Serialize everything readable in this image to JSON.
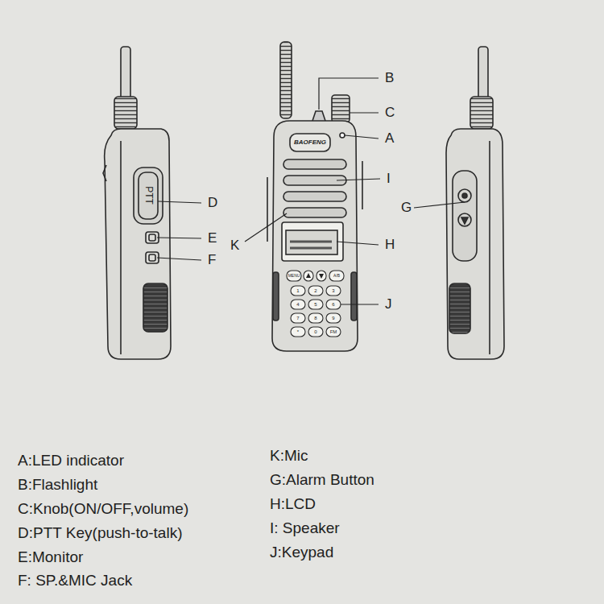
{
  "diagram": {
    "labels": [
      "B",
      "C",
      "A",
      "I",
      "D",
      "E",
      "F",
      "K",
      "H",
      "G",
      "J",
      "PTT",
      "BAOFENG",
      "MENU",
      "A/B",
      "1",
      "2",
      "3",
      "4",
      "5",
      "6",
      "7",
      "8",
      "9",
      "*",
      "0",
      "FM",
      "A:LED indicator",
      "B:Flashlight",
      "C:Knob(ON/OFF,volume)",
      "D:PTT Key(push-to-talk)",
      "E:Monitor",
      "F: SP.&MIC Jack",
      "K:Mic",
      "G:Alarm Button",
      "H:LCD",
      "I: Speaker",
      "J:Keypad"
    ]
  }
}
